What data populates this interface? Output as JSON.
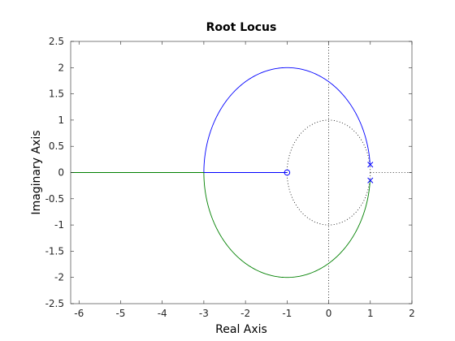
{
  "chart_data": {
    "type": "root-locus",
    "title": "Root Locus",
    "xlabel": "Real Axis",
    "ylabel": "Imaginary Axis",
    "xlim": [
      -6.2,
      2
    ],
    "ylim": [
      -2.5,
      2.5
    ],
    "xticks": [
      -6,
      -5,
      -4,
      -3,
      -2,
      -1,
      0,
      1,
      2
    ],
    "yticks": [
      2.5,
      2,
      1.5,
      1,
      0.5,
      0,
      -0.5,
      -1,
      -1.5,
      -2,
      -2.5
    ],
    "xtick_labels": [
      "-6",
      "-5",
      "-4",
      "-3",
      "-2",
      "-1",
      "0",
      "1",
      "2"
    ],
    "ytick_labels": [
      "2.5",
      "2",
      "1.5",
      "1",
      "0.5",
      "0",
      "-0.5",
      "-1",
      "-1.5",
      "-2",
      "-2.5"
    ],
    "grid": "off",
    "box": "on",
    "poles": [
      [
        1,
        0.15
      ],
      [
        1,
        -0.15
      ]
    ],
    "zeros": [
      [
        -1,
        0
      ]
    ],
    "unit_circle": {
      "center": [
        0,
        0
      ],
      "radius": 1,
      "style": "dotted"
    },
    "series": [
      {
        "color": "#0000ff",
        "locus_circle": {
          "center": [
            -1,
            0
          ],
          "radius": 2,
          "half": "upper",
          "from": [
            1,
            0.15
          ]
        },
        "real_axis_segment": [
          [
            -3,
            0
          ],
          [
            -1,
            0
          ]
        ]
      },
      {
        "color": "#008000",
        "locus_circle": {
          "center": [
            -1,
            0
          ],
          "radius": 2,
          "half": "lower",
          "from": [
            1,
            -0.15
          ]
        },
        "real_axis_segment": [
          [
            -3,
            0
          ],
          [
            -6.2,
            0
          ]
        ]
      }
    ],
    "colors": {
      "axes": "#262626",
      "marker": "#0000ff",
      "reference_lines": "#000000"
    }
  }
}
